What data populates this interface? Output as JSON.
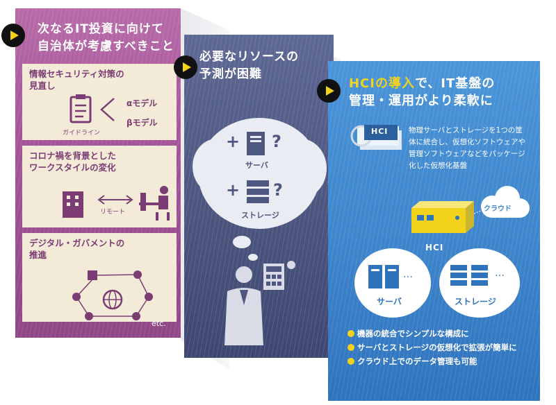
{
  "panel1": {
    "heading_line1": "次なるIT投資に向けて",
    "heading_line2": "自治体が考慮すべきこと",
    "card1": {
      "title_line1": "情報セキュリティ対策の",
      "title_line2": "見直し",
      "alpha": "αモデル",
      "beta": "βモデル",
      "guideline": "ガイドライン"
    },
    "card2": {
      "title_line1": "コロナ禍を背景とした",
      "title_line2": "ワークスタイルの変化",
      "remote": "リモート"
    },
    "card3": {
      "title_line1": "デジタル・ガバメントの",
      "title_line2": "推進"
    },
    "etc": "etc."
  },
  "panel2": {
    "heading_line1": "必要なリソースの",
    "heading_line2": "予測が困難",
    "server_label": "サーバ",
    "storage_label": "ストレージ",
    "plus": "+",
    "question": "?"
  },
  "panel3": {
    "heading_line1_accent": "HCIの導入",
    "heading_line1_rest": "で、IT基盤の",
    "heading_line2": "管理・運用がより柔軟に",
    "tag": "HCI",
    "desc_lines": [
      "物理サーバとストレージを1つの筐",
      "体に統合し、仮想化ソフトウェアや",
      "管理ソフトウェアなどをパッケージ",
      "化した仮想化基盤"
    ],
    "cloud_label": "クラウド",
    "hci_label": "HCI",
    "server_label": "サーバ",
    "storage_label": "ストレージ",
    "ellipsis": "…",
    "bullets": [
      "機器の統合でシンプルな構成に",
      "サーバとストレージの仮想化で拡張が簡単に",
      "クラウド上でのデータ管理も可能"
    ]
  },
  "colors": {
    "purple": "#a55597",
    "navy": "#4d577f",
    "blue": "#3f86cd",
    "accent": "#f3d21c"
  }
}
